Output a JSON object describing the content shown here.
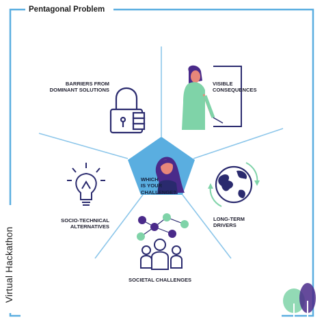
{
  "title": "Pentagonal Problem",
  "side_title": "Virtual Hackathon",
  "center": {
    "line1": "WHICH",
    "line2": "IS YOUR",
    "line3": "CHALLENGE?"
  },
  "segments": {
    "barriers": {
      "line1": "BARRIERS FROM",
      "line2": "DOMINANT SOLUTIONS"
    },
    "visible": {
      "line1": "VISIBLE",
      "line2": "CONSEQUENCES"
    },
    "long_term": {
      "line1": "LONG-TERM",
      "line2": "DRIVERS"
    },
    "socio": {
      "line1": "SOCIO-TECHNICAL",
      "line2": "ALTERNATIVES"
    },
    "societal": {
      "line1": "SOCIETAL CHALLENGES"
    }
  },
  "colors": {
    "frame": "#5aaee0",
    "pentagon": "#5aaee0",
    "ink": "#2a2a6e",
    "accent_green": "#7fd3a8",
    "accent_purple": "#4a2a8a"
  }
}
